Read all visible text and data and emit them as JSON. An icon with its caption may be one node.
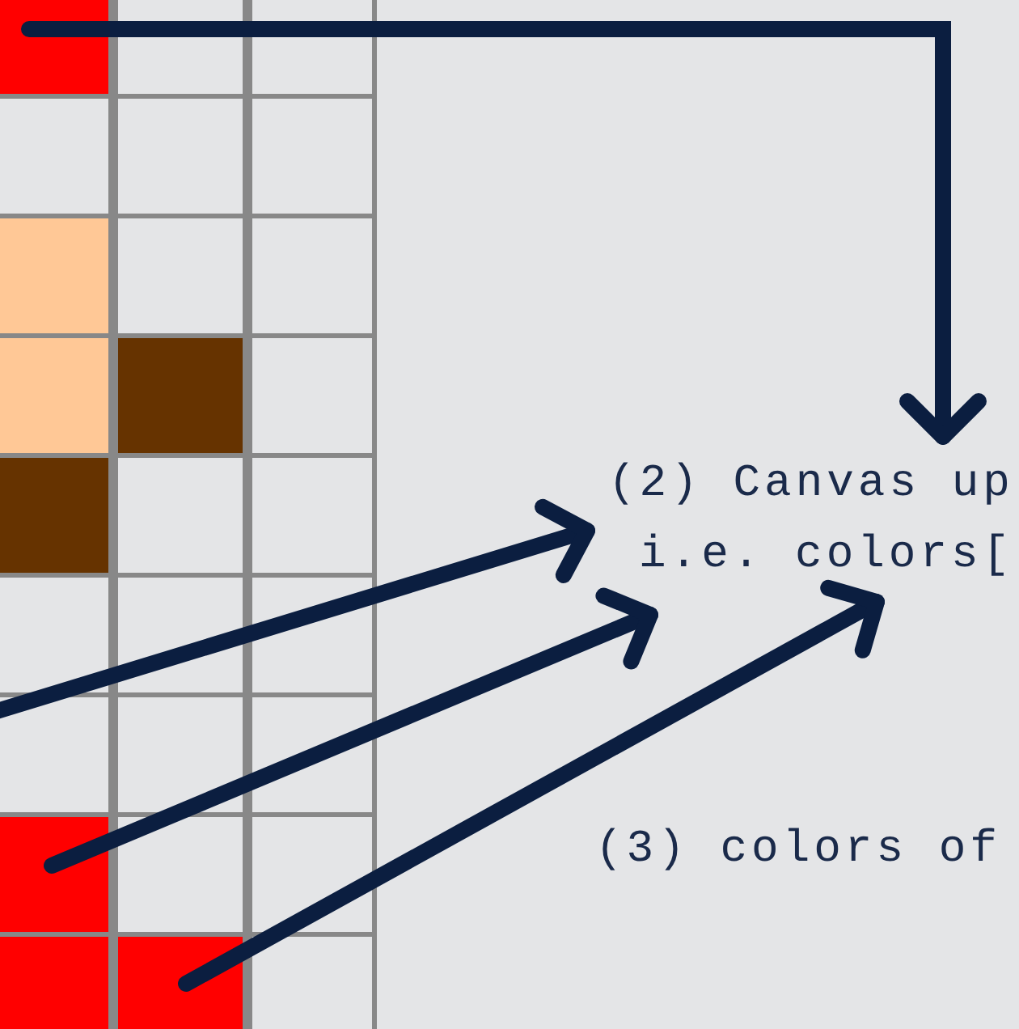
{
  "diagram": {
    "nodes": [
      {
        "text": [],
        "shape": "box"
      },
      {
        "text": [],
        "shape": "box"
      },
      {
        "text": [],
        "shape": "box"
      },
      {
        "text": [
          "(2) Canvas up i.e. colors["
        ]
      }
    ],
    "edges": [
      {
        "from": 0,
        "to": 3,
        "arrow": "to"
      },
      {
        "from": null,
        "to": 3,
        "arrow": "to"
      },
      {
        "from": 1,
        "to": 3,
        "arrow": "to"
      },
      {
        "from": 2,
        "to": 3,
        "arrow": "to"
      }
    ],
    "labels": [
      "(3) colors of"
    ]
  }
}
